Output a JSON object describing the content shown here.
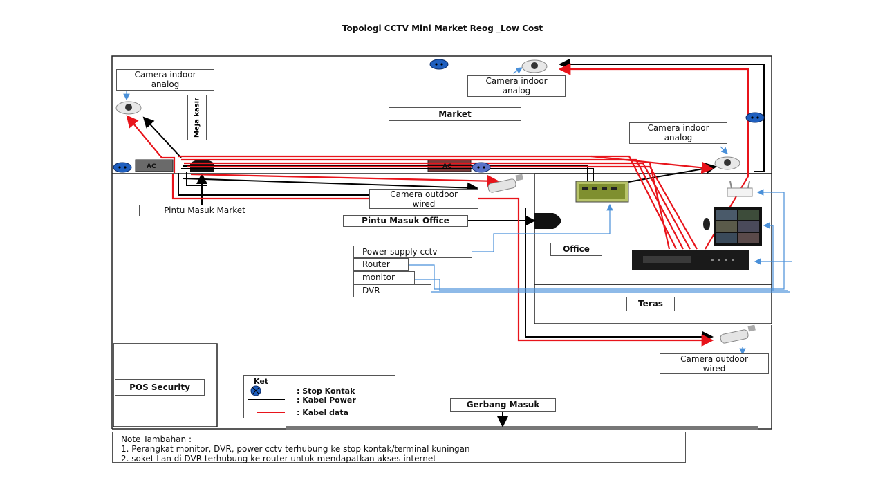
{
  "title": "Topologi CCTV Mini Market Reog _Low Cost",
  "labels": {
    "camera_indoor_1": [
      "Camera indoor",
      "analog"
    ],
    "camera_indoor_2": [
      "Camera indoor",
      "analog"
    ],
    "camera_indoor_3": [
      "Camera indoor",
      "analog"
    ],
    "camera_outdoor_1": [
      "Camera outdoor",
      "wired"
    ],
    "camera_outdoor_2": [
      "Camera outdoor",
      "wired"
    ],
    "market": "Market",
    "meja_kasir": "Meja kasir",
    "ac_1": "AC",
    "ac_2": "AC",
    "pintu_market": "Pintu Masuk Market",
    "pintu_office": "Pintu Masuk Office",
    "power_supply": "Power supply cctv",
    "router": "Router",
    "monitor": "monitor",
    "dvr": "DVR",
    "office": "Office",
    "teras": "Teras",
    "pos_security": "POS Security",
    "gerbang": "Gerbang Masuk"
  },
  "legend": {
    "title": "Ket",
    "stop_kontak": ": Stop Kontak",
    "kabel_power": ": Kabel Power",
    "kabel_data": ": Kabel data"
  },
  "note": {
    "title": "Note Tambahan :",
    "line1": "1. Perangkat monitor, DVR, power cctv terhubung ke stop kontak/terminal kuningan",
    "line2": "2. soket Lan di DVR terhubung ke router untuk mendapatkan akses internet"
  },
  "colors": {
    "power_cable": "#000000",
    "data_cable": "#e8141b",
    "signal_line": "#4a90d9",
    "stop_kontak": "#1f5fbf"
  }
}
